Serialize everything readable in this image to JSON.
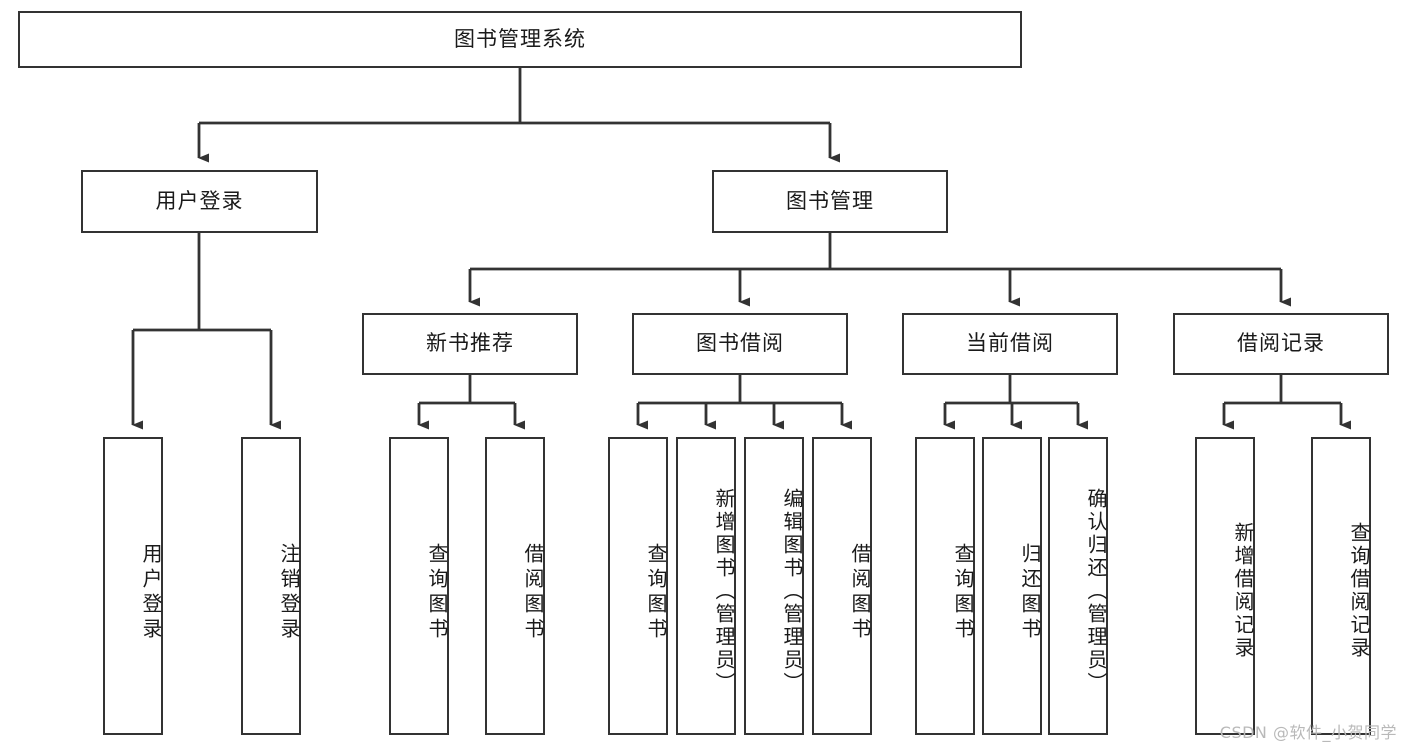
{
  "diagram": {
    "title": "图书管理系统",
    "type": "tree-hierarchy-diagram",
    "root": {
      "id": "root",
      "label": "图书管理系统"
    },
    "level2": [
      {
        "id": "user-login",
        "label": "用户登录"
      },
      {
        "id": "book-manage",
        "label": "图书管理"
      }
    ],
    "level3": [
      {
        "id": "new-book-recommend",
        "label": "新书推荐",
        "parent": "book-manage"
      },
      {
        "id": "book-borrow",
        "label": "图书借阅",
        "parent": "book-manage"
      },
      {
        "id": "current-borrow",
        "label": "当前借阅",
        "parent": "book-manage"
      },
      {
        "id": "borrow-record",
        "label": "借阅记录",
        "parent": "book-manage"
      }
    ],
    "leaves": {
      "user-login": [
        {
          "id": "leaf-user-login",
          "label": "用户登录"
        },
        {
          "id": "leaf-logout",
          "label": "注销登录"
        }
      ],
      "new-book-recommend": [
        {
          "id": "leaf-query-book-1",
          "label": "查询图书"
        },
        {
          "id": "leaf-borrow-book-1",
          "label": "借阅图书"
        }
      ],
      "book-borrow": [
        {
          "id": "leaf-query-book-2",
          "label": "查询图书"
        },
        {
          "id": "leaf-add-book",
          "label": "新增图书（管理员）"
        },
        {
          "id": "leaf-edit-book",
          "label": "编辑图书（管理员）"
        },
        {
          "id": "leaf-borrow-book-2",
          "label": "借阅图书"
        }
      ],
      "current-borrow": [
        {
          "id": "leaf-query-book-3",
          "label": "查询图书"
        },
        {
          "id": "leaf-return-book",
          "label": "归还图书"
        },
        {
          "id": "leaf-confirm-return",
          "label": "确认归还（管理员）"
        }
      ],
      "borrow-record": [
        {
          "id": "leaf-add-record",
          "label": "新增借阅记录"
        },
        {
          "id": "leaf-query-record",
          "label": "查询借阅记录"
        }
      ]
    }
  },
  "watermark": {
    "text": "CSDN @软件_小贺同学"
  },
  "colors": {
    "stroke": "#333333",
    "background": "#ffffff",
    "text": "#1a1a1a",
    "watermark": "#b9b9b9"
  }
}
